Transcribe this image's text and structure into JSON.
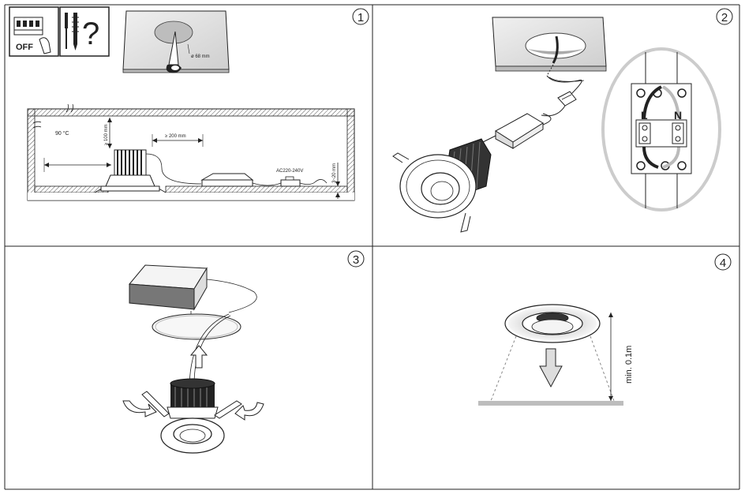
{
  "steps": [
    {
      "number": "1"
    },
    {
      "number": "2"
    },
    {
      "number": "3"
    },
    {
      "number": "4"
    }
  ],
  "step1": {
    "off_label": "OFF",
    "question_mark": "?",
    "hole_diameter": "ø 68 mm",
    "temperature": "90 °C",
    "clearance_top": "≥ 100 mm",
    "driver_distance": "≥ 200 mm",
    "voltage": "AC220-240V",
    "ceiling_thickness": "3~20 mm"
  },
  "step2": {
    "live_label": "L",
    "neutral_label": "N"
  },
  "step4": {
    "min_distance": "min. 0.1m"
  },
  "icons": [
    "power-switch-off-icon",
    "screwdriver-icon",
    "wall-plug-icon",
    "question-icon"
  ]
}
